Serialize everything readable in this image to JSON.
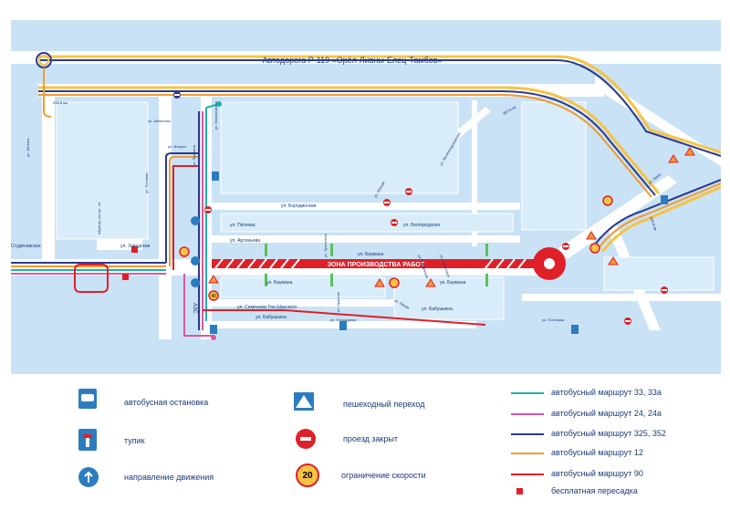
{
  "map": {
    "highway_label": "Автодорога Р-119 «Орёл-Ливны-Елец-Тамбов»",
    "work_zone_label": "ЗОНА ПРОИЗВОДСТВА  РАБОТ",
    "km_marker_left": "298-й км",
    "km_marker_mid": "302-й км",
    "km_marker_right": "303-й км",
    "streets": {
      "leninskaya": "ул. Ленина",
      "studenovskaya": "Студёновская",
      "zavodskaya": "ул. Заводская",
      "baumana_1": "ул. Баумана",
      "baumana_2": "ул. Баумана",
      "baumana_3": "ул. Баумана",
      "babushkina_1": "ул. Бабушкина",
      "babushkina_2": "ул. Бабушкина",
      "semenova": "ул. Семёнова-Тян-Шанского",
      "arsenyeva": "ул. Арсеньева",
      "borodinskaya": "ул. Бородинская",
      "belgorodskaya": "ул. Белгородская",
      "pateeva": "ул. Патеева",
      "yarkaya": "ул. Яркая",
      "pushkina": "ул. Пушкина",
      "azs": "АЗС",
      "oktyabrya": "ул. 40 лет Октября",
      "polevaya": "ул. Полевая",
      "kosmonavtov": "ул. Космонавтов",
      "shevchenko": "ул. Шевченко",
      "zheleznodorozhnaya": "ул. Железнодорожная",
      "vtoraya": "ул. Вторая",
      "kuznechnaya": "ул. Кузнечная",
      "krasnaya": "ул. Красная",
      "gruzinskaya": "ул. Грузинская",
      "sovetskaya": "ул. Советская",
      "yuzhnaya": "ул. Южная",
      "pochtovaya": "ул. Почтовая",
      "mira": "ул. Мира",
      "ploshchadnaya": "ул. Площадная"
    },
    "speed_limit_value": "40",
    "colors": {
      "water": "#c9e2f5",
      "land": "#ffffff",
      "route_33": "#1fb1b0",
      "route_24": "#e0579b",
      "route_325": "#2c3a8c",
      "route_12": "#f29a2e",
      "route_90": "#e02028",
      "highway_yellow": "#f6c343",
      "work_zone": "#e02028"
    }
  },
  "legend": {
    "bus_stop": "автобусная остановка",
    "dead_end": "тупик",
    "direction": "направление движения",
    "crosswalk": "пешеходный переход",
    "road_closed": "проезд закрыт",
    "speed_limit": "ограничение скорости",
    "speed_value": "20",
    "routes": [
      {
        "label": "автобусный маршрут 33, 33а",
        "color": "#1fb1b0"
      },
      {
        "label": "автобусный маршрут 24, 24а",
        "color": "#e0579b"
      },
      {
        "label": "автобусный маршрут 325, 352",
        "color": "#2c3a8c"
      },
      {
        "label": "автобусный маршрут 12",
        "color": "#f29a2e"
      },
      {
        "label": "автобусный маршрут 90",
        "color": "#e02028"
      }
    ],
    "transfer": "бесплатная пересадка"
  }
}
